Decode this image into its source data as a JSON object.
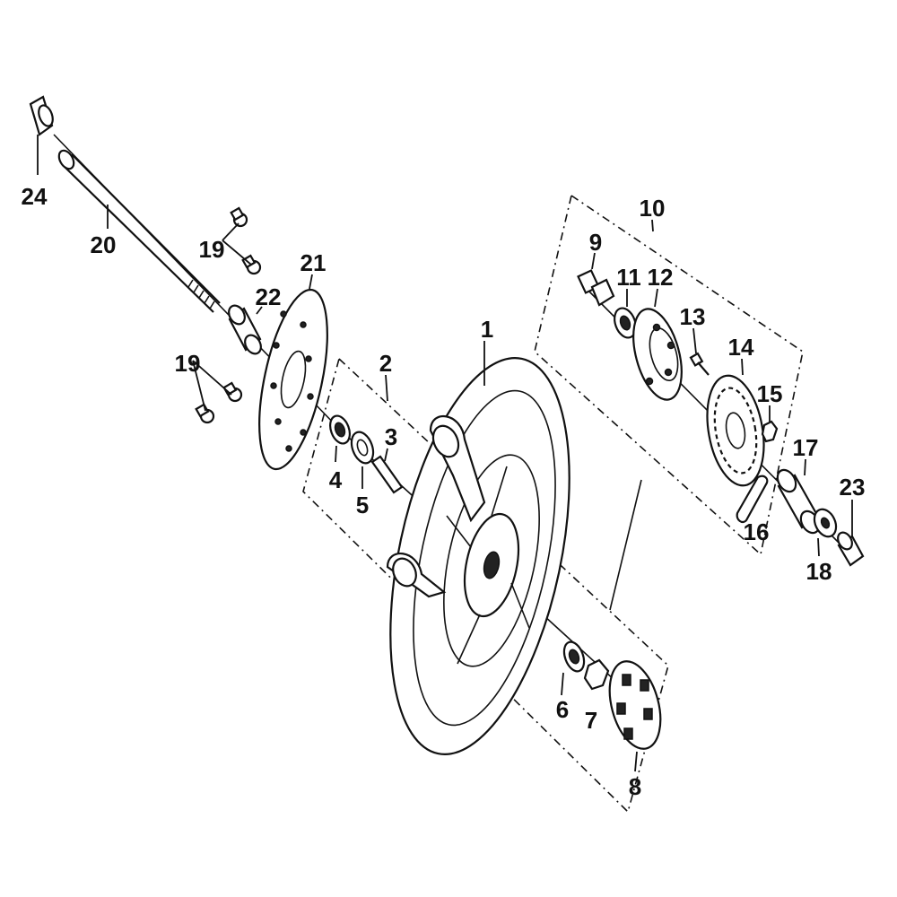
{
  "diagram": {
    "parts": [
      {
        "id": "p1",
        "label": "1"
      },
      {
        "id": "p2",
        "label": "2"
      },
      {
        "id": "p3",
        "label": "3"
      },
      {
        "id": "p4",
        "label": "4"
      },
      {
        "id": "p5",
        "label": "5"
      },
      {
        "id": "p6",
        "label": "6"
      },
      {
        "id": "p7",
        "label": "7"
      },
      {
        "id": "p8",
        "label": "8"
      },
      {
        "id": "p9",
        "label": "9"
      },
      {
        "id": "p10",
        "label": "10"
      },
      {
        "id": "p11",
        "label": "11"
      },
      {
        "id": "p12",
        "label": "12"
      },
      {
        "id": "p13",
        "label": "13"
      },
      {
        "id": "p14",
        "label": "14"
      },
      {
        "id": "p15",
        "label": "15"
      },
      {
        "id": "p16",
        "label": "16"
      },
      {
        "id": "p17",
        "label": "17"
      },
      {
        "id": "p18",
        "label": "18"
      },
      {
        "id": "p19a",
        "label": "19"
      },
      {
        "id": "p19b",
        "label": "19"
      },
      {
        "id": "p20",
        "label": "20"
      },
      {
        "id": "p21",
        "label": "21"
      },
      {
        "id": "p22",
        "label": "22"
      },
      {
        "id": "p23",
        "label": "23"
      },
      {
        "id": "p24",
        "label": "24"
      }
    ]
  },
  "colors": {
    "line": "#111111",
    "background": "#ffffff"
  }
}
